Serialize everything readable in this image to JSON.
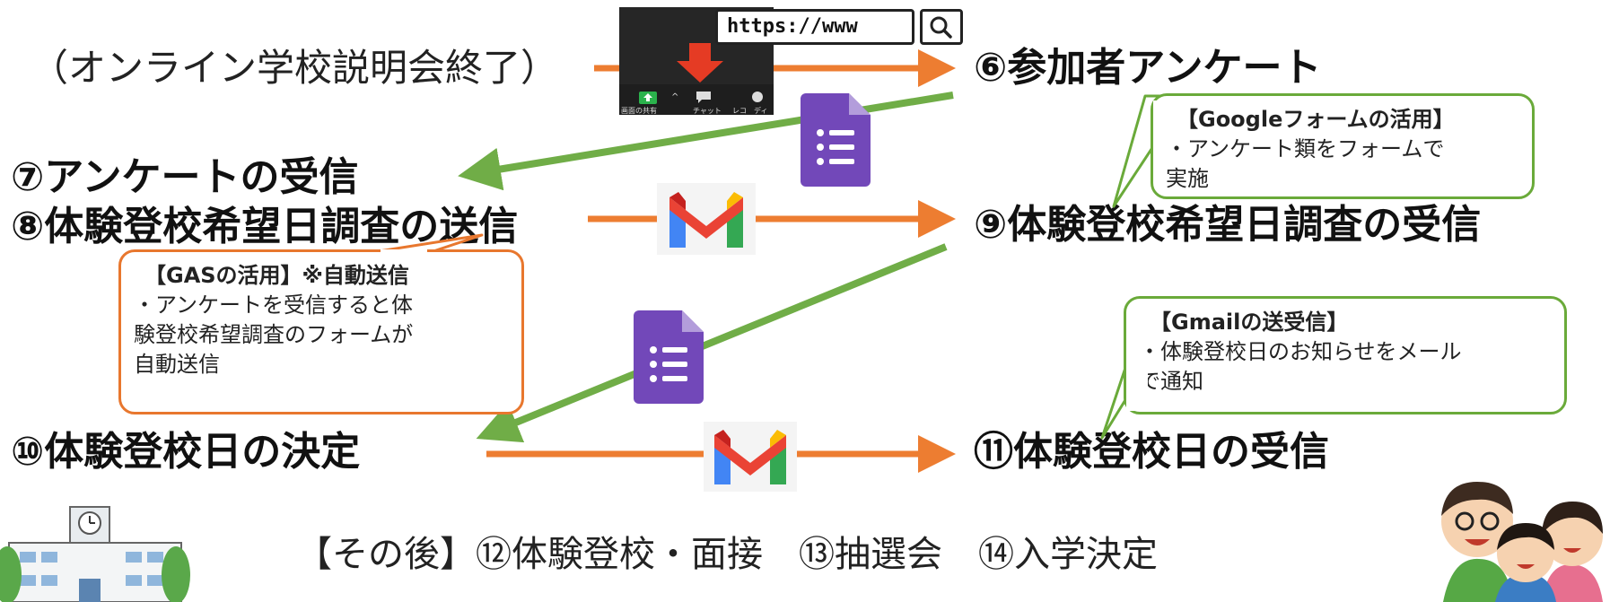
{
  "intro": "（オンライン学校説明会終了）",
  "url_bar": {
    "text": "https://www"
  },
  "zoom_toolbar": [
    "画面の共有",
    "チャット",
    "レコ",
    "ディ"
  ],
  "steps": {
    "s6": "⑥参加者アンケート",
    "s7": "⑦アンケートの受信",
    "s8": "⑧体験登校希望日調査の送信",
    "s9": "⑨体験登校希望日調査の受信",
    "s10": "⑩体験登校日の決定",
    "s11": "⑪体験登校日の受信"
  },
  "callouts": {
    "google_forms": {
      "title": "【Googleフォームの活用】",
      "lines": [
        "・アンケート類をフォームで",
        "実施"
      ]
    },
    "gas": {
      "title": "【GASの活用】※自動送信",
      "lines": [
        "・アンケートを受信すると体",
        "験登校希望調査のフォームが",
        "自動送信"
      ]
    },
    "gmail": {
      "title": "【Gmailの送受信】",
      "lines": [
        "・体験登校日のお知らせをメール",
        "で通知"
      ]
    }
  },
  "after": "【その後】⑫体験登校・面接　⑬抽選会　⑭入学決定",
  "colors": {
    "orange": "#ed7d31",
    "green": "#70ad47",
    "forms_purple": "#7248b9",
    "gmail_red": "#ea4335"
  },
  "icons": [
    "google-forms-icon",
    "gmail-icon",
    "school-building-icon",
    "children-illustration-icon",
    "search-icon",
    "cursor-arrow-icon"
  ]
}
